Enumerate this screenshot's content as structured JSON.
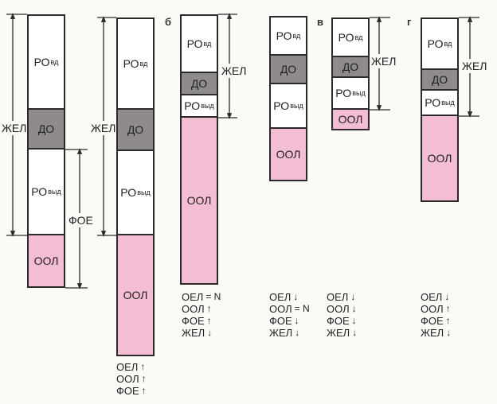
{
  "labels": {
    "ro_main": "РО",
    "ro_vd_sub": "вд",
    "ro_vyd_sub": "выд",
    "do": "ДО",
    "ool": "ООЛ",
    "zhel": "ЖЕЛ",
    "foe": "ФОЕ"
  },
  "panels": {
    "b": "б",
    "v": "в",
    "g": "г"
  },
  "notes": {
    "col2": [
      {
        "text": "ОЕЛ",
        "sign": "↑"
      },
      {
        "text": "ООЛ",
        "sign": "↑"
      },
      {
        "text": "ФОЕ",
        "sign": "↑"
      }
    ],
    "col3": [
      {
        "text": "ОЕЛ",
        "sign": "= N"
      },
      {
        "text": "ООЛ",
        "sign": "↑"
      },
      {
        "text": "ФОЕ",
        "sign": "↑"
      },
      {
        "text": "ЖЕЛ",
        "sign": "↓"
      }
    ],
    "col4": [
      {
        "text": "ОЕЛ",
        "sign": "↓"
      },
      {
        "text": "ООЛ",
        "sign": "= N"
      },
      {
        "text": "ФОЕ",
        "sign": "↓"
      },
      {
        "text": "ЖЕЛ",
        "sign": "↓"
      }
    ],
    "col5": [
      {
        "text": "ОЕЛ",
        "sign": "↓"
      },
      {
        "text": "ООЛ",
        "sign": "↓"
      },
      {
        "text": "ФОЕ",
        "sign": "↓"
      },
      {
        "text": "ЖЕЛ",
        "sign": "↓"
      }
    ],
    "col6": [
      {
        "text": "ОЕЛ",
        "sign": "↓"
      },
      {
        "text": "ООЛ",
        "sign": "↑"
      },
      {
        "text": "ФОЕ",
        "sign": "↑"
      },
      {
        "text": "ЖЕЛ",
        "sign": "↓"
      }
    ]
  },
  "colors": {
    "white": "#ffffff",
    "gray": "#8f8b8c",
    "pink": "#f3bdd3",
    "line": "#2a2a2a"
  }
}
